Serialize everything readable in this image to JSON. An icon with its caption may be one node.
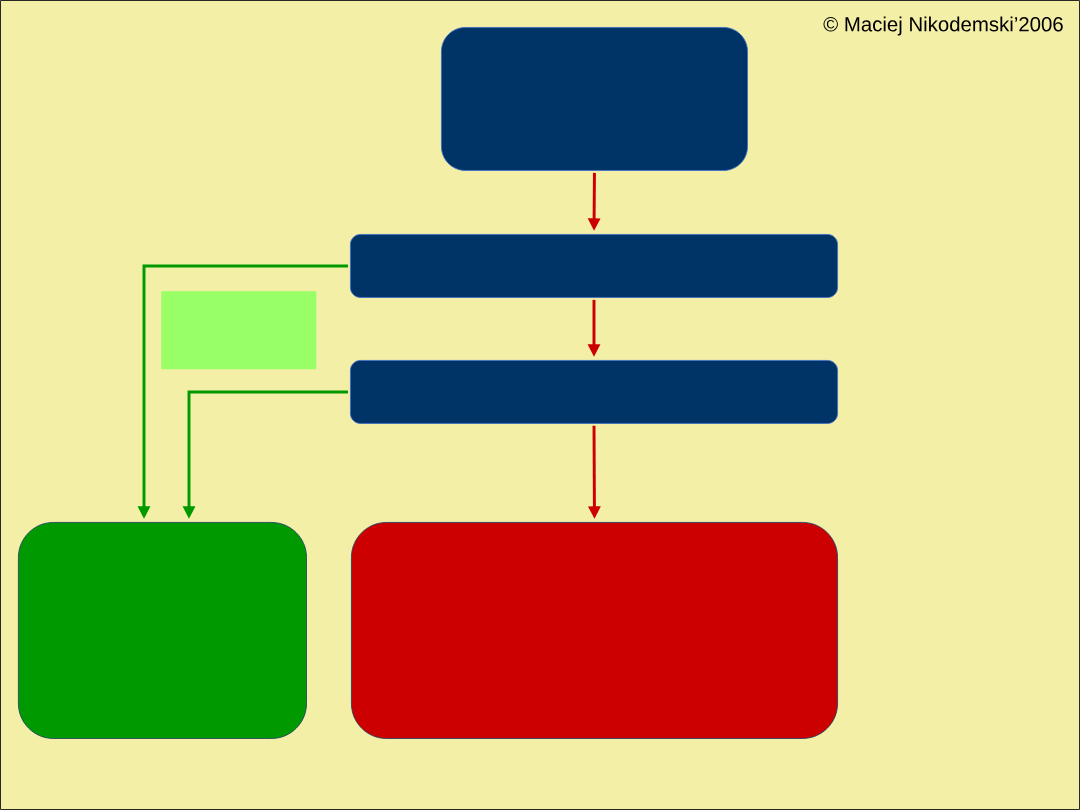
{
  "diagram": {
    "nodes": [
      {
        "text": [],
        "shape": "box"
      },
      {
        "text": [],
        "shape": "box"
      },
      {
        "text": [],
        "shape": "box"
      },
      {
        "text": [],
        "shape": "box"
      },
      {
        "text": [],
        "shape": "box"
      },
      {
        "text": [],
        "shape": "box"
      }
    ],
    "edges": [
      {
        "from": 0,
        "to": 1,
        "arrow": "to"
      },
      {
        "from": 1,
        "to": 3,
        "arrow": "to"
      },
      {
        "from": 3,
        "to": 5,
        "arrow": "to"
      },
      {
        "from": 1,
        "to": 4,
        "arrow": "to",
        "color": "#009900"
      },
      {
        "from": 3,
        "to": 4,
        "arrow": "to",
        "color": "#009900"
      }
    ],
    "labels": [
      "© Maciej Nikodemski’2006"
    ]
  }
}
